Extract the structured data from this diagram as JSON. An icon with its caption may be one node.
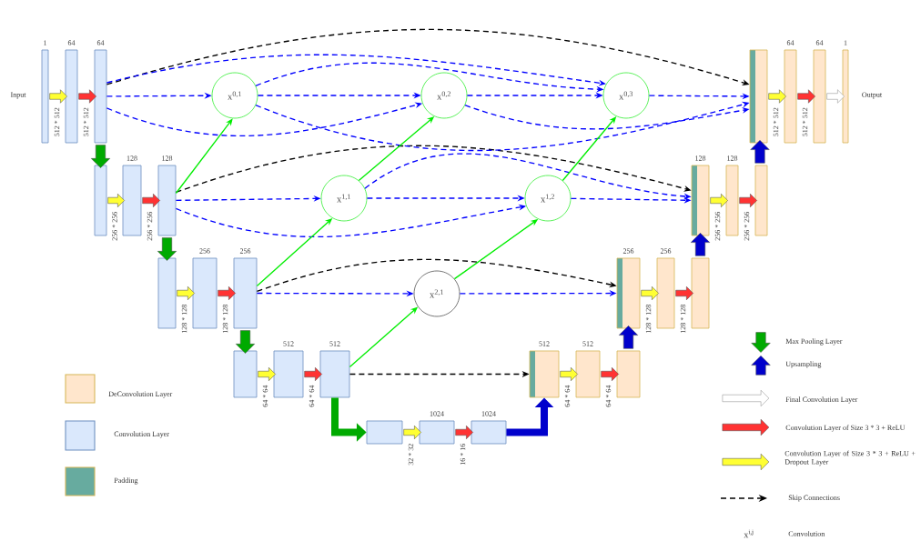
{
  "diagram": {
    "nodes": [
      {
        "text": [
          "1"
        ]
      },
      {
        "text": [
          "64"
        ]
      },
      {
        "text": [
          "64"
        ]
      },
      {
        "text": [],
        "shape": "bar"
      },
      {
        "text": [
          "128"
        ]
      },
      {
        "text": [
          "128"
        ]
      },
      {
        "text": [],
        "shape": "bar"
      },
      {
        "text": [
          "256"
        ]
      },
      {
        "text": [
          "256"
        ]
      },
      {
        "text": [],
        "shape": "bar"
      },
      {
        "text": [
          "512"
        ]
      },
      {
        "text": [
          "512"
        ]
      },
      {
        "text": [],
        "shape": "bar"
      },
      {
        "text": [
          "1024"
        ]
      },
      {
        "text": [
          "1024"
        ]
      },
      {
        "text": [
          "512"
        ]
      },
      {
        "text": [
          "512"
        ]
      },
      {
        "text": [],
        "shape": "bar"
      },
      {
        "text": [
          "256"
        ]
      },
      {
        "text": [
          "256"
        ]
      },
      {
        "text": [],
        "shape": "bar"
      },
      {
        "text": [
          "128"
        ]
      },
      {
        "text": [
          "128"
        ]
      },
      {
        "text": [],
        "shape": "bar"
      },
      {
        "text": [],
        "shape": "bar"
      },
      {
        "text": [
          "64"
        ]
      },
      {
        "text": [
          "64"
        ]
      },
      {
        "text": [
          "1"
        ]
      },
      {
        "text": [
          "x$^{0,1}$"
        ]
      },
      {
        "text": [
          "x$^{0,2}$"
        ]
      },
      {
        "text": [
          "x$^{0,3}$"
        ]
      },
      {
        "text": [
          "x$^{1,1}$"
        ]
      },
      {
        "text": [
          "x$^{1,2}$"
        ]
      },
      {
        "text": [
          "x$^{2,1}$"
        ]
      }
    ],
    "edges": [
      {
        "from": 0,
        "to": 1,
        "arrow": "to",
        "style": "thick",
        "color": "#ffff33",
        "label": "512 * 512"
      },
      {
        "from": 1,
        "to": 2,
        "arrow": "to",
        "style": "thick",
        "color": "#ff3333",
        "label": "512 * 512"
      },
      {
        "from": 2,
        "to": 3,
        "arrow": "to",
        "style": "thick",
        "color": "#00aa00"
      },
      {
        "from": 3,
        "to": 4,
        "arrow": "to",
        "style": "thick",
        "color": "#ffff33",
        "label": "256 * 256"
      },
      {
        "from": 4,
        "to": 5,
        "arrow": "to",
        "style": "thick",
        "color": "#ff3333",
        "label": "256 * 256"
      },
      {
        "from": 5,
        "to": 6,
        "arrow": "to",
        "style": "thick",
        "color": "#00aa00"
      },
      {
        "from": 6,
        "to": 7,
        "arrow": "to",
        "style": "thick",
        "color": "#ffff33",
        "label": "128 * 128"
      },
      {
        "from": 7,
        "to": 8,
        "arrow": "to",
        "style": "thick",
        "color": "#ff3333",
        "label": "128 * 128"
      },
      {
        "from": 8,
        "to": 9,
        "arrow": "to",
        "style": "thick",
        "color": "#00aa00"
      },
      {
        "from": 9,
        "to": 10,
        "arrow": "to",
        "style": "thick",
        "color": "#ffff33",
        "label": "64 * 64"
      },
      {
        "from": 10,
        "to": 11,
        "arrow": "to",
        "style": "thick",
        "color": "#ff3333",
        "label": "64 * 64"
      },
      {
        "from": 11,
        "to": 12,
        "arrow": "to",
        "style": "thick",
        "color": "#00aa00"
      },
      {
        "from": 12,
        "to": 13,
        "arrow": "to",
        "style": "thick",
        "color": "#ffff33",
        "label": "32 * 32"
      },
      {
        "from": 13,
        "to": 14,
        "arrow": "to",
        "style": "thick",
        "color": "#ff3333",
        "label": "16 * 16"
      },
      {
        "from": 14,
        "to": 15,
        "arrow": "to",
        "style": "thick",
        "color": "#0000cc"
      },
      {
        "from": 15,
        "to": 16,
        "arrow": "to",
        "style": "thick",
        "color": "#ffff33",
        "label": "64 * 64"
      },
      {
        "from": 16,
        "to": 17,
        "arrow": "to",
        "style": "thick",
        "color": "#ff3333",
        "label": "64 * 64"
      },
      {
        "from": 17,
        "to": 18,
        "arrow": "to",
        "style": "thick",
        "color": "#0000cc"
      },
      {
        "from": 18,
        "to": 19,
        "arrow": "to",
        "style": "thick",
        "color": "#ffff33",
        "label": "128 * 128"
      },
      {
        "from": 19,
        "to": 20,
        "arrow": "to",
        "style": "thick",
        "color": "#ff3333",
        "label": "128 * 128"
      },
      {
        "from": 20,
        "to": 21,
        "arrow": "to",
        "style": "thick",
        "color": "#0000cc"
      },
      {
        "from": 21,
        "to": 22,
        "arrow": "to",
        "style": "thick",
        "color": "#ffff33",
        "label": "256 * 256"
      },
      {
        "from": 22,
        "to": 23,
        "arrow": "to",
        "style": "thick",
        "color": "#ff3333",
        "label": "256 * 256"
      },
      {
        "from": 23,
        "to": 24,
        "arrow": "to",
        "style": "thick",
        "color": "#0000cc"
      },
      {
        "from": 24,
        "to": 25,
        "arrow": "to",
        "style": "thick",
        "color": "#ffff33",
        "label": "512 * 512"
      },
      {
        "from": 25,
        "to": 26,
        "arrow": "to",
        "style": "thick",
        "color": "#ff3333",
        "label": "512 * 512"
      },
      {
        "from": 26,
        "to": 27,
        "arrow": "to",
        "style": "thick",
        "color": "#ffffff"
      },
      {
        "from": 2,
        "to": 24,
        "arrow": "to",
        "style": "dashed",
        "color": "#000000"
      },
      {
        "from": 5,
        "to": 21,
        "arrow": "to",
        "style": "dashed",
        "color": "#000000"
      },
      {
        "from": 8,
        "to": 18,
        "arrow": "to",
        "style": "dashed",
        "color": "#000000"
      },
      {
        "from": 11,
        "to": 15,
        "arrow": "to",
        "style": "dashed",
        "color": "#000000"
      },
      {
        "from": 2,
        "to": 28,
        "arrow": "to",
        "style": "dashed",
        "color": "#0000ff"
      },
      {
        "from": 2,
        "to": 29,
        "arrow": "to",
        "style": "dashed",
        "color": "#0000ff"
      },
      {
        "from": 2,
        "to": 30,
        "arrow": "to",
        "style": "dashed",
        "color": "#0000ff"
      },
      {
        "from": 28,
        "to": 29,
        "arrow": "to",
        "style": "dashed",
        "color": "#0000ff"
      },
      {
        "from": 28,
        "to": 30,
        "arrow": "to",
        "style": "dashed",
        "color": "#0000ff"
      },
      {
        "from": 28,
        "to": 24,
        "arrow": "to",
        "style": "dashed",
        "color": "#0000ff"
      },
      {
        "from": 29,
        "to": 30,
        "arrow": "to",
        "style": "dashed",
        "color": "#0000ff"
      },
      {
        "from": 29,
        "to": 24,
        "arrow": "to",
        "style": "dashed",
        "color": "#0000ff"
      },
      {
        "from": 30,
        "to": 24,
        "arrow": "to",
        "style": "dashed",
        "color": "#0000ff"
      },
      {
        "from": 5,
        "to": 31,
        "arrow": "to",
        "style": "dashed",
        "color": "#0000ff"
      },
      {
        "from": 5,
        "to": 32,
        "arrow": "to",
        "style": "dashed",
        "color": "#0000ff"
      },
      {
        "from": 31,
        "to": 32,
        "arrow": "to",
        "style": "dashed",
        "color": "#0000ff"
      },
      {
        "from": 31,
        "to": 21,
        "arrow": "to",
        "style": "dashed",
        "color": "#0000ff"
      },
      {
        "from": 32,
        "to": 21,
        "arrow": "to",
        "style": "dashed",
        "color": "#0000ff"
      },
      {
        "from": 8,
        "to": 33,
        "arrow": "to",
        "style": "dashed",
        "color": "#0000ff"
      },
      {
        "from": 33,
        "to": 18,
        "arrow": "to",
        "style": "dashed",
        "color": "#0000ff"
      },
      {
        "from": 5,
        "to": 28,
        "arrow": "to",
        "color": "#00ee00"
      },
      {
        "from": 31,
        "to": 29,
        "arrow": "to",
        "color": "#00ee00"
      },
      {
        "from": 32,
        "to": 30,
        "arrow": "to",
        "color": "#00ee00"
      },
      {
        "from": 8,
        "to": 31,
        "arrow": "to",
        "color": "#00ee00"
      },
      {
        "from": 33,
        "to": 32,
        "arrow": "to",
        "color": "#00ee00"
      },
      {
        "from": 11,
        "to": 33,
        "arrow": "to",
        "color": "#00ee00"
      }
    ],
    "labels": [
      "Input",
      "Output",
      "x$^{i,j}$"
    ],
    "legend": [
      {
        "text": "DeConvolution Layer",
        "color": "#ffe6cc"
      },
      {
        "text": "Convolution Layer",
        "color": "#dae8fc"
      },
      {
        "text": "Padding",
        "color": "#67ab9f"
      },
      {
        "text": "Max Pooling Layer"
      },
      {
        "text": "Upsampling"
      },
      {
        "text": "Final Convolution Layer"
      },
      {
        "text": "Convolution Layer of Size 3 * 3 + ReLU"
      },
      {
        "text": "Convolution Layer of Size 3 * 3 + ReLU + Dropout Layer"
      },
      {
        "text": "Skip Connections"
      },
      {
        "text": "Convolution"
      }
    ]
  }
}
